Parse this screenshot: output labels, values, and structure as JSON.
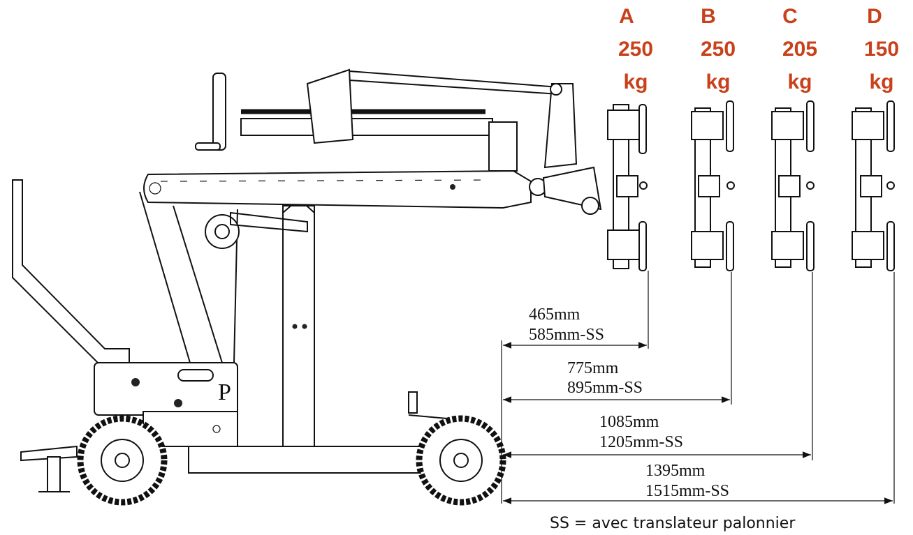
{
  "positions": [
    {
      "letter": "A",
      "capacity": "250",
      "unit": "kg",
      "reach": "465mm",
      "reach_ss": "585mm-SS"
    },
    {
      "letter": "B",
      "capacity": "250",
      "unit": "kg",
      "reach": "775mm",
      "reach_ss": "895mm-SS"
    },
    {
      "letter": "C",
      "capacity": "205",
      "unit": "kg",
      "reach": "1085mm",
      "reach_ss": "1205mm-SS"
    },
    {
      "letter": "D",
      "capacity": "150",
      "unit": "kg",
      "reach": "1395mm",
      "reach_ss": "1515mm-SS"
    }
  ],
  "machine_mark": "P",
  "footnote": "SS = avec translateur palonnier",
  "colors": {
    "label": "#c8411a",
    "line": "#111111"
  }
}
